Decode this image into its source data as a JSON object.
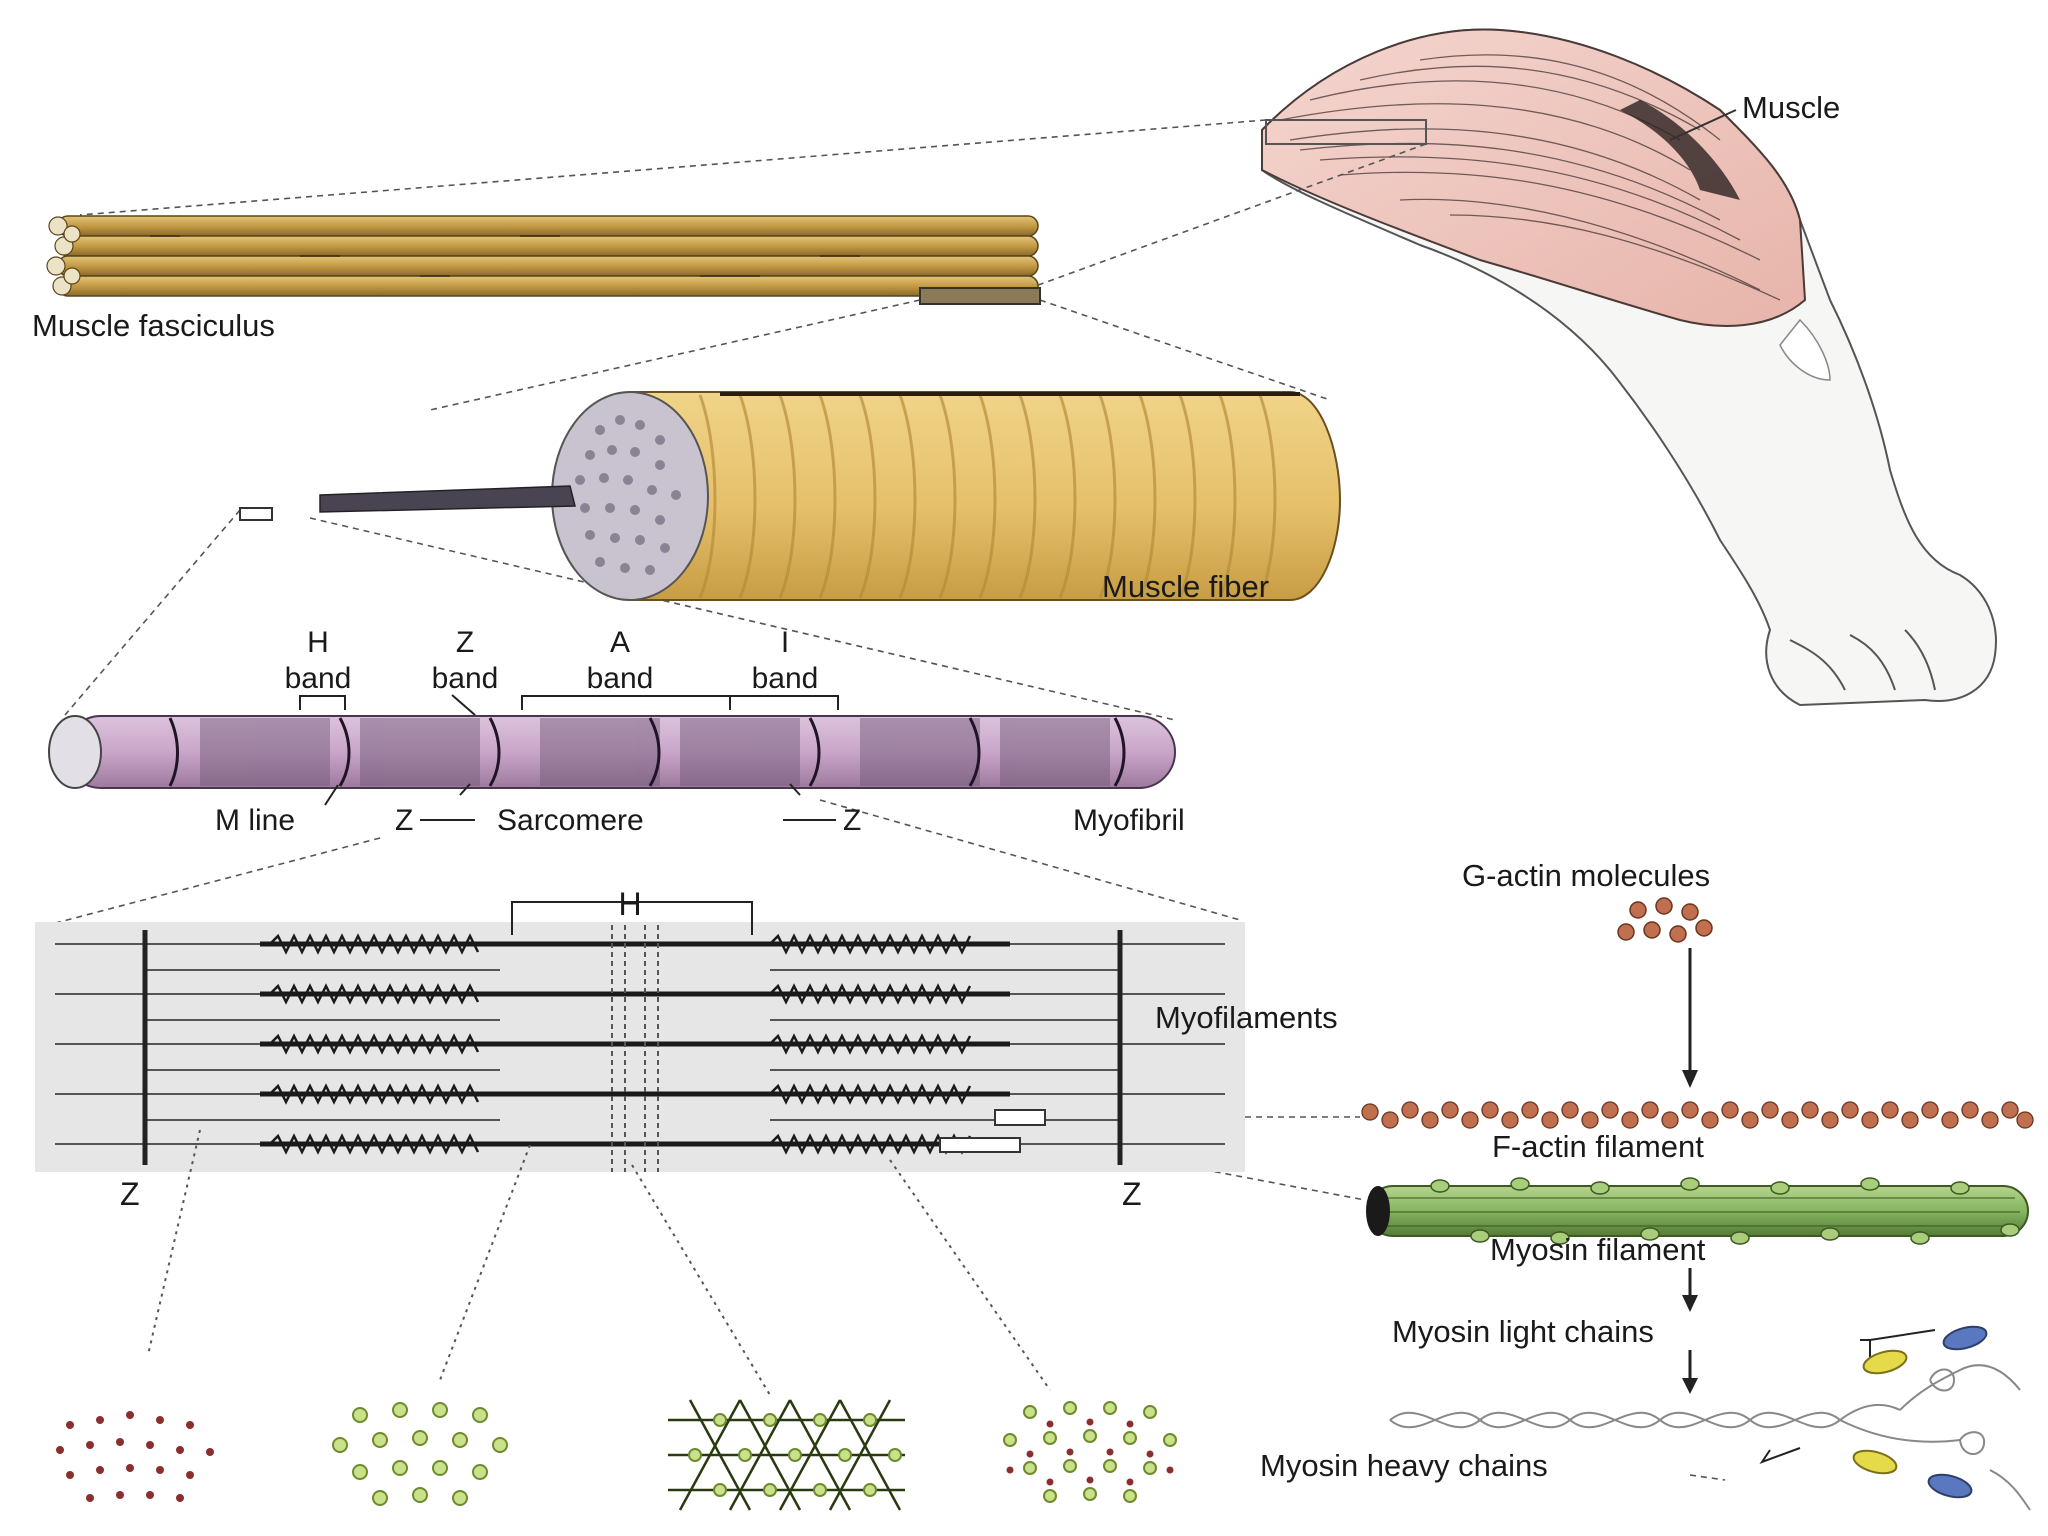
{
  "labels": {
    "muscle": "Muscle",
    "fasciculus": "Muscle fasciculus",
    "fiber": "Muscle fiber",
    "band_h_letter": "H",
    "band_z_letter": "Z",
    "band_a_letter": "A",
    "band_i_letter": "I",
    "band_word": "band",
    "m_line": "M line",
    "z": "Z",
    "sarcomere": "Sarcomere",
    "myofibril": "Myofibril",
    "h_bracket": "H",
    "myofilaments": "Myofilaments",
    "g_actin": "G-actin molecules",
    "f_actin": "F-actin filament",
    "myosin_filament": "Myosin filament",
    "myosin_light": "Myosin light chains",
    "myosin_heavy": "Myosin heavy chains"
  },
  "colors": {
    "fasciculus": "#c9a44f",
    "fiber": "#e8c46c",
    "myofibril": "#c9a6c9",
    "myofilament_bg": "#e6e6e6",
    "actin": "#c0704e",
    "myosin": "#86b560",
    "cross_section_dot": "#8b2e2e",
    "light_chain_blue": "#5a78c0",
    "light_chain_yellow": "#e5da4a"
  }
}
